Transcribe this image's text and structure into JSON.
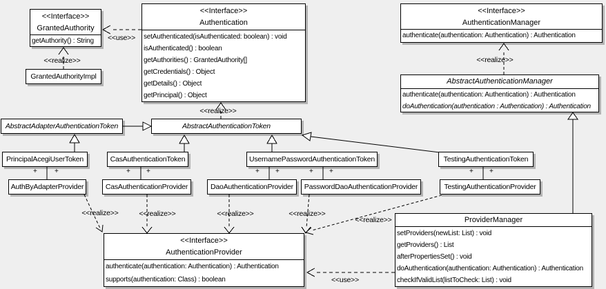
{
  "labels": {
    "interface_stereotype": "<<Interface>>",
    "use": "<<use>>",
    "realize": "<<realize>>",
    "plus": "+"
  },
  "colors": {
    "background": "#efefef",
    "class_fill": "#ffffff",
    "line": "#000000",
    "shadow": "#b0b0b0"
  },
  "classes": {
    "granted_authority": {
      "stereotype": "<<Interface>>",
      "name": "GrantedAuthority",
      "methods": [
        "getAuthority() : String"
      ]
    },
    "granted_authority_impl": {
      "name": "GrantedAuthorityImpl"
    },
    "authentication": {
      "stereotype": "<<Interface>>",
      "name": "Authentication",
      "methods": [
        "setAuthenticated(isAuthenticated: boolean) : void",
        "isAuthenticated() : boolean",
        "getAuthorities() : GrantedAuthority[]",
        "getCredentials() : Object",
        "getDetails() : Object",
        "getPrincipal() : Object"
      ]
    },
    "authentication_manager": {
      "stereotype": "<<Interface>>",
      "name": "AuthenticationManager",
      "methods": [
        "authenticate(authentication: Authentication) : Authentication"
      ]
    },
    "abstract_authentication_manager": {
      "name": "AbstractAuthenticationManager",
      "abstract": true,
      "methods": [
        "authenticate(authentication: Authentication) : Authentication",
        "doAuthentication(authentication : Authentication) : Authentication"
      ]
    },
    "abstract_adapter_authentication_token": {
      "name": "AbstractAdapterAuthenticationToken",
      "abstract": true
    },
    "abstract_authentication_token": {
      "name": "AbstractAuthenticationToken",
      "abstract": true
    },
    "principal_acegi_user_token": {
      "name": "PrincipalAcegiUserToken"
    },
    "cas_authentication_token": {
      "name": "CasAuthenticationToken"
    },
    "username_password_authentication_token": {
      "name": "UsernamePasswordAuthenticationToken"
    },
    "testing_authentication_token": {
      "name": "TestingAuthenticationToken"
    },
    "auth_by_adapter_provider": {
      "name": "AuthByAdapterProvider"
    },
    "cas_authentication_provider": {
      "name": "CasAuthenticationProvider"
    },
    "dao_authentication_provider": {
      "name": "DaoAuthenticationProvider"
    },
    "password_dao_authentication_provider": {
      "name": "PasswordDaoAuthenticationProvider"
    },
    "testing_authentication_provider": {
      "name": "TestingAuthenticationProvider"
    },
    "authentication_provider": {
      "stereotype": "<<Interface>>",
      "name": "AuthenticationProvider",
      "methods": [
        "authenticate(authentication: Authentication) : Authentication",
        "supports(authentication: Class) : boolean"
      ]
    },
    "provider_manager": {
      "name": "ProviderManager",
      "methods": [
        "setProviders(newList: List) : void",
        "getProviders() : List",
        "afterPropertiesSet() : void",
        "doAuthentication(authentication: Authentication) : Authentication",
        "checkIfValidList(listToCheck: List) : void"
      ]
    }
  },
  "relationships": [
    {
      "from": "Authentication",
      "to": "GrantedAuthority",
      "type": "use"
    },
    {
      "from": "GrantedAuthorityImpl",
      "to": "GrantedAuthority",
      "type": "realize"
    },
    {
      "from": "AbstractAuthenticationToken",
      "to": "Authentication",
      "type": "realize"
    },
    {
      "from": "AbstractAuthenticationManager",
      "to": "AuthenticationManager",
      "type": "realize"
    },
    {
      "from": "AbstractAdapterAuthenticationToken",
      "to": "AbstractAuthenticationToken",
      "type": "generalization"
    },
    {
      "from": "PrincipalAcegiUserToken",
      "to": "AbstractAdapterAuthenticationToken",
      "type": "generalization"
    },
    {
      "from": "CasAuthenticationToken",
      "to": "AbstractAuthenticationToken",
      "type": "generalization"
    },
    {
      "from": "UsernamePasswordAuthenticationToken",
      "to": "AbstractAuthenticationToken",
      "type": "generalization"
    },
    {
      "from": "TestingAuthenticationToken",
      "to": "AbstractAuthenticationToken",
      "type": "generalization"
    },
    {
      "from": "ProviderManager",
      "to": "AbstractAuthenticationManager",
      "type": "generalization"
    },
    {
      "from": "PrincipalAcegiUserToken",
      "to": "AuthByAdapterProvider",
      "type": "association"
    },
    {
      "from": "CasAuthenticationToken",
      "to": "CasAuthenticationProvider",
      "type": "association"
    },
    {
      "from": "UsernamePasswordAuthenticationToken",
      "to": "DaoAuthenticationProvider",
      "type": "association"
    },
    {
      "from": "UsernamePasswordAuthenticationToken",
      "to": "PasswordDaoAuthenticationProvider",
      "type": "association"
    },
    {
      "from": "TestingAuthenticationToken",
      "to": "TestingAuthenticationProvider",
      "type": "association"
    },
    {
      "from": "AuthByAdapterProvider",
      "to": "AuthenticationProvider",
      "type": "realize"
    },
    {
      "from": "CasAuthenticationProvider",
      "to": "AuthenticationProvider",
      "type": "realize"
    },
    {
      "from": "DaoAuthenticationProvider",
      "to": "AuthenticationProvider",
      "type": "realize"
    },
    {
      "from": "PasswordDaoAuthenticationProvider",
      "to": "AuthenticationProvider",
      "type": "realize"
    },
    {
      "from": "TestingAuthenticationProvider",
      "to": "AuthenticationProvider",
      "type": "realize"
    },
    {
      "from": "ProviderManager",
      "to": "AuthenticationProvider",
      "type": "use"
    }
  ]
}
